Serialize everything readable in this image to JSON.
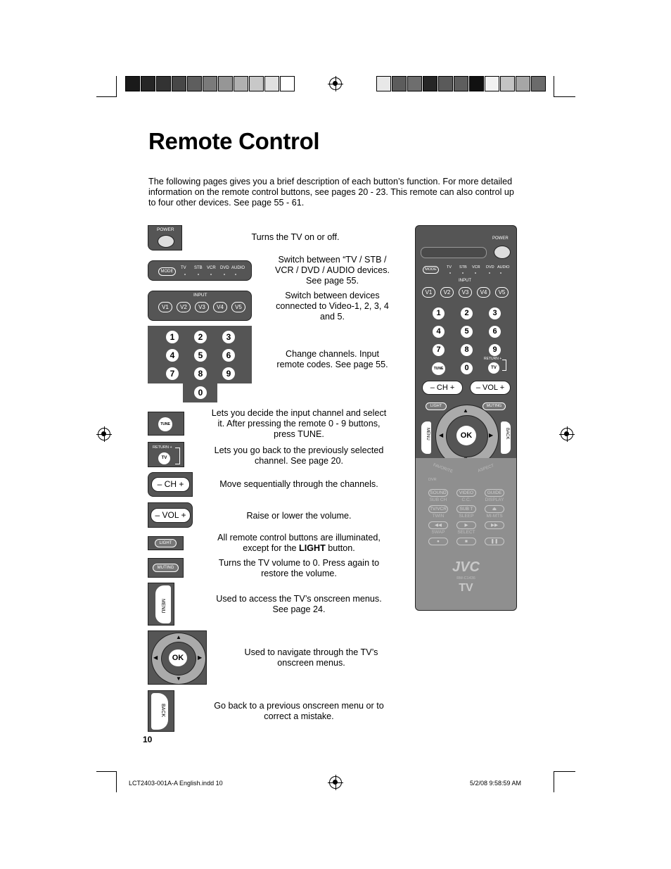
{
  "title": "Remote Control",
  "intro": "The following pages gives you a brief description of each button’s function.  For more detailed information on the remote control buttons, see pages 20 - 23. This remote can also control up to four other devices.  See page 55 - 61.",
  "colors": {
    "left_bar": [
      "#1a1a1a",
      "#262626",
      "#333333",
      "#474747",
      "#5e5e5e",
      "#7a7a7a",
      "#969696",
      "#b0b0b0",
      "#c8c8c8",
      "#e0e0e0",
      "#ffffff"
    ],
    "right_bar": [
      "#e8e8e8",
      "#5c5c5c",
      "#6e6e6e",
      "#262626",
      "#5a5a5a",
      "#5e5e5e",
      "#111111",
      "#f2f2f2",
      "#c4c4c4",
      "#a6a6a6",
      "#6b6b6b"
    ]
  },
  "buttons": {
    "power": "POWER",
    "mode": "MODE",
    "devices": [
      "TV",
      "STB",
      "VCR",
      "DVD",
      "AUDIO"
    ],
    "input": "INPUT",
    "inputs": [
      "V1",
      "V2",
      "V3",
      "V4",
      "V5"
    ],
    "numbers": [
      "1",
      "2",
      "3",
      "4",
      "5",
      "6",
      "7",
      "8",
      "9",
      "0"
    ],
    "tune": "TUNE",
    "return": "RETURN +",
    "tv": "TV",
    "ch": "– CH +",
    "vol": "– VOL +",
    "light": "LIGHT",
    "muting": "MUTING",
    "menu": "MENU",
    "back": "BACK",
    "ok": "OK",
    "favorite": "FAVORITE",
    "aspect": "ASPECT",
    "dvr": "DVR",
    "sound": "SOUND",
    "video": "VIDEO",
    "guide": "GUIDE",
    "sub_ch": "SUB CH",
    "cc": "C.C.",
    "display": "DISPLAY",
    "tv_vcr": "TV/VCR",
    "sub_t": "SUB T",
    "twin": "TWIN",
    "sleep": "SLEEP",
    "mi_mts": "MI-MTS",
    "swap": "SWAP",
    "select": "SELECT",
    "brand": "JVC",
    "model": "RM-C1436",
    "brand_sub": "TV"
  },
  "descriptions": {
    "power": "Turns the TV on or off.",
    "mode": "Switch between “TV / STB / VCR / DVD / AUDIO devices. See page 55.",
    "input": "Switch between devices connected to Video-1, 2, 3, 4 and 5.",
    "numbers": "Change channels.  Input remote codes.  See page 55.",
    "tune": "Lets you decide the input channel and select it.  After pressing the remote 0 - 9 buttons, press TUNE.",
    "return": "Lets you go back to the previously selected channel.  See page 20.",
    "ch": "Move sequentially through the channels.",
    "vol": "Raise or lower the volume.",
    "light_pre": "All remote control buttons are illuminated, except for the ",
    "light_bold": "LIGHT",
    "light_post": " button.",
    "muting": "Turns the TV volume to 0.  Press again to restore the volume.",
    "menu": "Used to access the TV’s onscreen menus. See page 24.",
    "ok": "Used to navigate through the TV’s onscreen menus.",
    "back": "Go back to a previous onscreen menu or to correct a mistake."
  },
  "page_number": "10",
  "footer": {
    "file": "LCT2403-001A-A English.indd   10",
    "date": "5/2/08   9:58:59 AM"
  }
}
